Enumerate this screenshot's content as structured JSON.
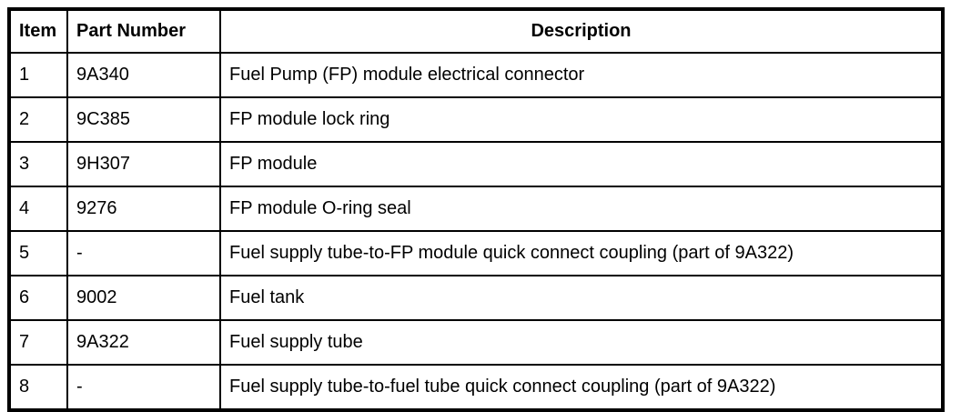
{
  "table": {
    "columns": [
      {
        "key": "item",
        "label": "Item",
        "align": "left"
      },
      {
        "key": "part_number",
        "label": "Part Number",
        "align": "left"
      },
      {
        "key": "description",
        "label": "Description",
        "align": "center"
      }
    ],
    "rows": [
      {
        "item": "1",
        "part_number": "9A340",
        "description": "Fuel Pump (FP) module electrical connector"
      },
      {
        "item": "2",
        "part_number": "9C385",
        "description": "FP module lock ring"
      },
      {
        "item": "3",
        "part_number": "9H307",
        "description": "FP module"
      },
      {
        "item": "4",
        "part_number": "9276",
        "description": "FP module O-ring seal"
      },
      {
        "item": "5",
        "part_number": "-",
        "description": "Fuel supply tube-to-FP module quick connect coupling (part of 9A322)"
      },
      {
        "item": "6",
        "part_number": "9002",
        "description": "Fuel tank"
      },
      {
        "item": "7",
        "part_number": "9A322",
        "description": "Fuel supply tube"
      },
      {
        "item": "8",
        "part_number": "-",
        "description": "Fuel supply tube-to-fuel tube quick connect coupling (part of 9A322)"
      }
    ]
  },
  "colors": {
    "border": "#000000",
    "text": "#000000",
    "background": "#ffffff"
  }
}
